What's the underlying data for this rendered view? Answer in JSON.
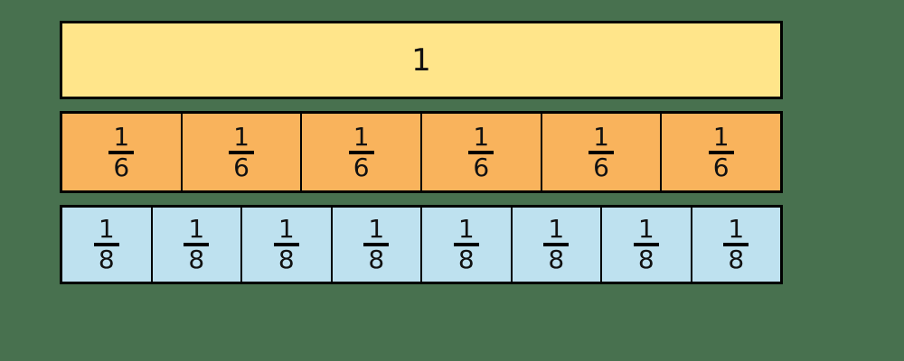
{
  "canvas": {
    "background_color": "#48714F",
    "border_color": "#000000",
    "text_color": "#111111"
  },
  "chart_data": {
    "type": "bar",
    "subtype": "fraction-strip-diagram",
    "title": "",
    "description_of_content": "Three stacked fraction strips of equal total length comparing 1, sixths, and eighths",
    "rows": [
      {
        "label": "1",
        "segments": 1,
        "segment_value": 1,
        "fill_color": "#FFE58A"
      },
      {
        "label": "1/6",
        "segments": 6,
        "segment_value": 0.16667,
        "fill_color": "#F9B35C"
      },
      {
        "label": "1/8",
        "segments": 8,
        "segment_value": 0.125,
        "fill_color": "#BEE1EF"
      }
    ]
  },
  "bars": [
    {
      "id": "whole",
      "fill_color": "#FFE58A",
      "cells": [
        {
          "type": "whole",
          "label": "1"
        }
      ]
    },
    {
      "id": "sixths",
      "fill_color": "#F9B35C",
      "cells": [
        {
          "type": "fraction",
          "numerator": "1",
          "denominator": "6"
        },
        {
          "type": "fraction",
          "numerator": "1",
          "denominator": "6"
        },
        {
          "type": "fraction",
          "numerator": "1",
          "denominator": "6"
        },
        {
          "type": "fraction",
          "numerator": "1",
          "denominator": "6"
        },
        {
          "type": "fraction",
          "numerator": "1",
          "denominator": "6"
        },
        {
          "type": "fraction",
          "numerator": "1",
          "denominator": "6"
        }
      ]
    },
    {
      "id": "eighths",
      "fill_color": "#BEE1EF",
      "cells": [
        {
          "type": "fraction",
          "numerator": "1",
          "denominator": "8"
        },
        {
          "type": "fraction",
          "numerator": "1",
          "denominator": "8"
        },
        {
          "type": "fraction",
          "numerator": "1",
          "denominator": "8"
        },
        {
          "type": "fraction",
          "numerator": "1",
          "denominator": "8"
        },
        {
          "type": "fraction",
          "numerator": "1",
          "denominator": "8"
        },
        {
          "type": "fraction",
          "numerator": "1",
          "denominator": "8"
        },
        {
          "type": "fraction",
          "numerator": "1",
          "denominator": "8"
        },
        {
          "type": "fraction",
          "numerator": "1",
          "denominator": "8"
        }
      ]
    }
  ]
}
